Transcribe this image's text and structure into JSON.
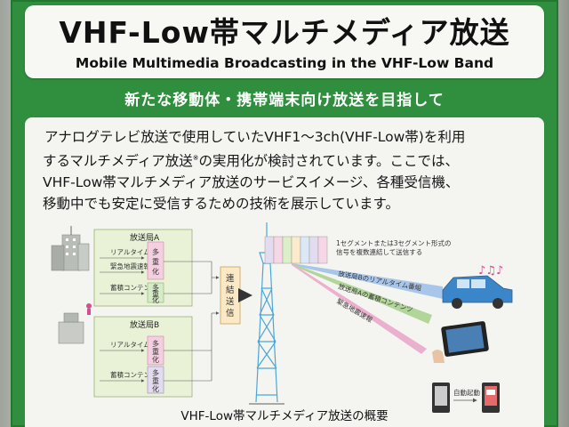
{
  "title": "VHF-Low帯マルチメディア放送",
  "subtitle": "Mobile Multimedia Broadcasting in the VHF-Low Band",
  "tagline": "新たな移動体・携帯端末向け放送を目指して",
  "intro": {
    "line1": "アナログテレビ放送で使用していたVHF1〜3ch(VHF-Low帯)を利用",
    "line2a": "するマルチメディア放送",
    "line2_mark": "※",
    "line2b": "の実用化が検討されています。ここでは、",
    "line3": "VHF-Low帯マルチメディア放送のサービスイメージ、各種受信機、",
    "line4": "移動中でも安定に受信するための技術を展示しています。"
  },
  "diagram": {
    "station_a": "放送局A",
    "station_b": "放送局B",
    "realtime_program": "リアルタイム番組",
    "emergency_alert": "緊急地震速報",
    "stored_content": "蓄積コンテンツ",
    "multiplex_vertical": [
      "多",
      "重",
      "化"
    ],
    "concat_vertical": [
      "連",
      "結",
      "送",
      "信"
    ],
    "segment_note_line1": "1セグメントまたは3セグメント形式の",
    "segment_note_line2": "信号を複数連結して送信する",
    "arrow_b_realtime": "放送局Bのリアルタイム番組",
    "arrow_a_stored": "放送局Aの蓄積コンテンツ",
    "arrow_emergency": "緊急地震速報",
    "auto_start": "自動起動",
    "caption": "VHF-Low帯マルチメディア放送の概要"
  },
  "colors": {
    "panel_green": "#2f8f3e",
    "title_bg": "#f7f7f4",
    "content_bg": "#f4f4f1",
    "station_box": "#e9f2d7",
    "mux_pink": "#f3cfe0",
    "mux_green": "#d6ecc9",
    "concat_box": "#fbe9c6",
    "tower_blue": "#4aa6d8",
    "signal_colors": [
      "#e3dcef",
      "#f6d7e6",
      "#ddefc9",
      "#fbeacb",
      "#dbe8f5",
      "#e3dcef",
      "#f6d7e6"
    ],
    "beam_blue": "#8fb7e8",
    "beam_pink": "#e89ac1",
    "beam_green": "#9ccd7e",
    "car_blue": "#3a86c8"
  }
}
